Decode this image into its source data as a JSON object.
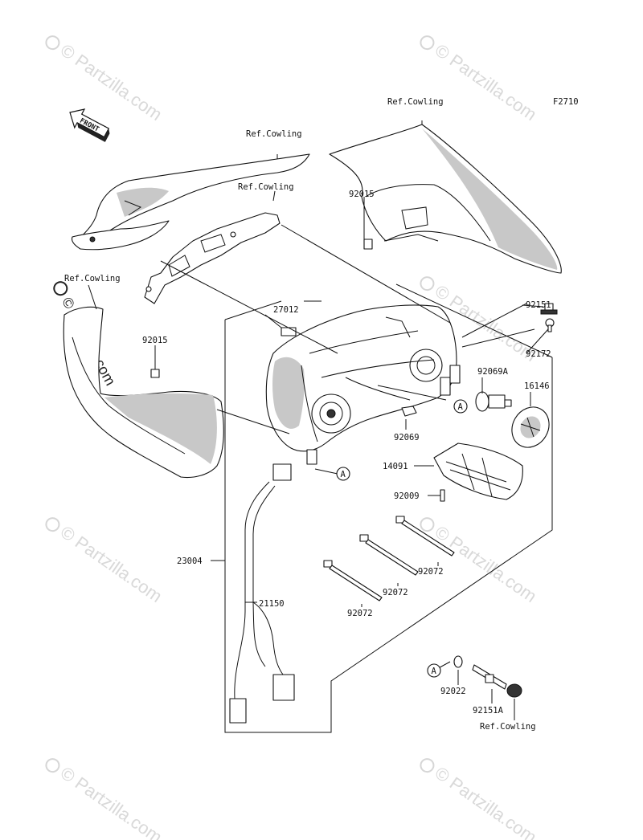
{
  "diagram_code": "F2710",
  "front_label": "FRONT",
  "watermark": "© Partzilla.com",
  "labels": {
    "ref_cowling_top_right": "Ref.Cowling",
    "ref_cowling_upper_mid": "Ref.Cowling",
    "ref_cowling_mid": "Ref.Cowling",
    "ref_cowling_left": "Ref.Cowling",
    "ref_cowling_bottom": "Ref.Cowling",
    "p92015_right": "92015",
    "p92015_left": "92015",
    "p27012": "27012",
    "p92151": "92151",
    "p92172": "92172",
    "p92069A": "92069A",
    "p16146": "16146",
    "p92069": "92069",
    "p14091": "14091",
    "p92009": "92009",
    "p23004": "23004",
    "p92072_a": "92072",
    "p92072_b": "92072",
    "p92072_c": "92072",
    "p21150": "21150",
    "p92022": "92022",
    "p92151A": "92151A"
  },
  "ref_marks": {
    "a": "A"
  }
}
